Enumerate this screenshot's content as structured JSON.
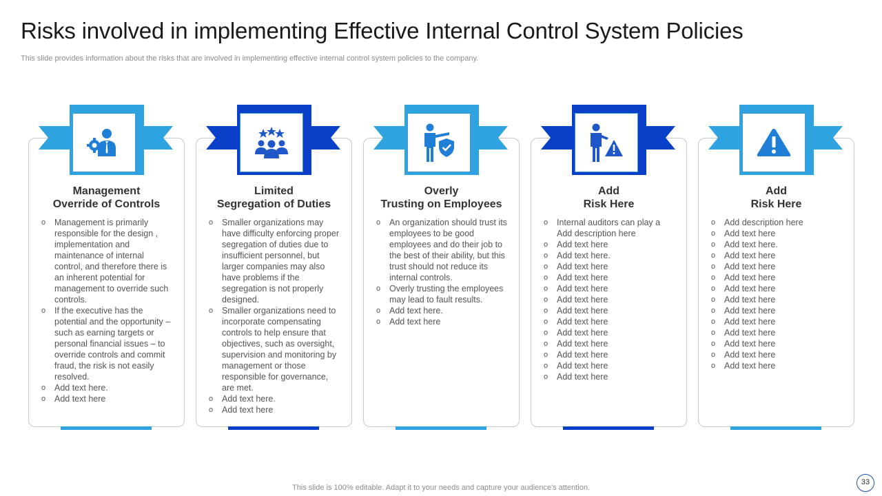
{
  "title": "Risks involved in implementing Effective Internal Control System Policies",
  "subtitle": "This slide provides information about the risks that are involved in implementing effective internal control system policies to the company.",
  "colors": {
    "light_blue": "#2ea3e0",
    "dark_blue": "#0a3fc7",
    "icon_blue": "#1f7fd6"
  },
  "cards": [
    {
      "icon": "manager-gear-icon",
      "title1": "Management",
      "title2": "Override of Controls",
      "items": [
        "Management is primarily responsible for the design , implementation and maintenance of internal control, and therefore there is an inherent potential for management to override such controls.",
        "If the executive has the potential and the opportunity – such as earning targets or personal financial issues – to override controls and commit fraud, the risk is not easily resolved.",
        "Add text here.",
        "Add text here"
      ]
    },
    {
      "icon": "team-stars-icon",
      "title1": "Limited",
      "title2": "Segregation of Duties",
      "items": [
        "Smaller organizations may have difficulty enforcing proper segregation of duties due to insufficient personnel, but larger companies may also have problems if the segregation is not properly designed.",
        "Smaller organizations need to incorporate compensating controls to help ensure that objectives, such as oversight, supervision and monitoring by management or those responsible for governance, are met.",
        "Add text here.",
        "Add text here"
      ]
    },
    {
      "icon": "person-shield-icon",
      "title1": "Overly",
      "title2": "Trusting on Employees",
      "items": [
        "An organization should trust its employees to be good employees and do their job to the best of their ability, but this trust should not reduce its internal controls.",
        "Overly trusting the employees may lead to fault results.",
        "Add text here.",
        "Add text here"
      ]
    },
    {
      "icon": "person-warning-icon",
      "title1": "Add",
      "title2": "Risk Here",
      "items": [
        "Internal auditors can play a Add description here",
        "Add text here",
        "Add text here.",
        "Add text here",
        "Add text here",
        "Add text here",
        "Add text here",
        "Add text here",
        "Add text here",
        "Add text here",
        "Add text here",
        "Add text here",
        "Add text here",
        "Add text here"
      ]
    },
    {
      "icon": "warning-triangle-icon",
      "title1": "Add",
      "title2": "Risk Here",
      "items": [
        "Add description here",
        "Add text here",
        "Add text here.",
        "Add text here",
        "Add text here",
        "Add text here",
        "Add text here",
        "Add text here",
        "Add text here",
        "Add text here",
        "Add text here",
        "Add text here",
        "Add text here",
        "Add text here"
      ]
    }
  ],
  "footer": "This slide is 100% editable. Adapt it to your needs and capture your audience's attention.",
  "page_number": "33"
}
